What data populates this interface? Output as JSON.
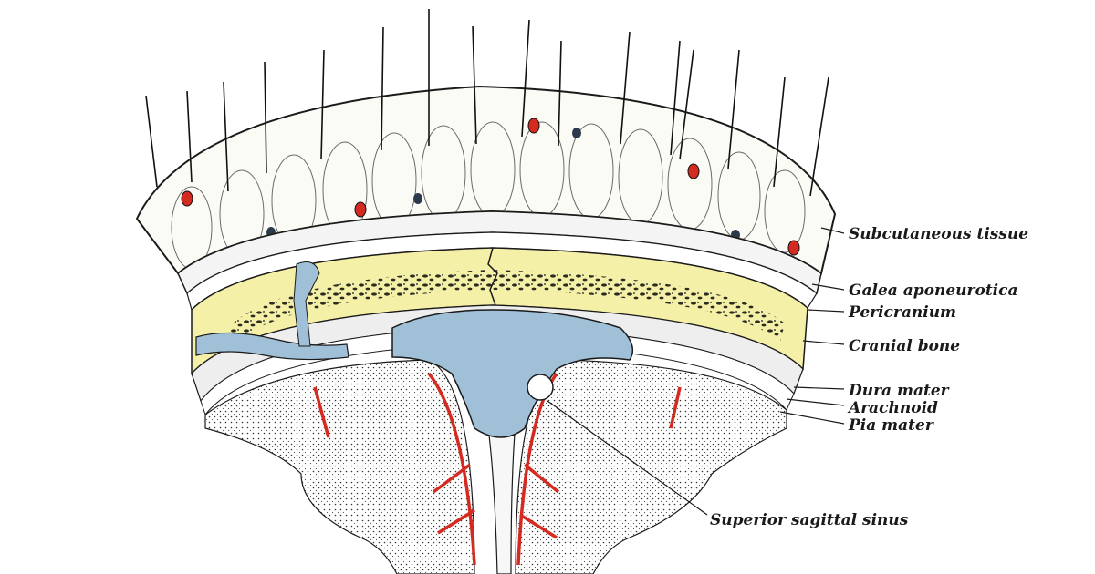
{
  "figure": {
    "labels": {
      "subcutaneous": "Subcutaneous tissue",
      "galea": "Galea aponeurotica",
      "pericranium": "Pericranium",
      "cranial_bone": "Cranial bone",
      "dura": "Dura mater",
      "arachnoid": "Arachnoid",
      "pia": "Pia mater",
      "sinus": "Superior sagittal sinus"
    },
    "colors": {
      "ink": "#1a1a1a",
      "bone": "#f5f0a8",
      "sinus": "#9fc0d6",
      "artery": "#d42a1f"
    }
  }
}
